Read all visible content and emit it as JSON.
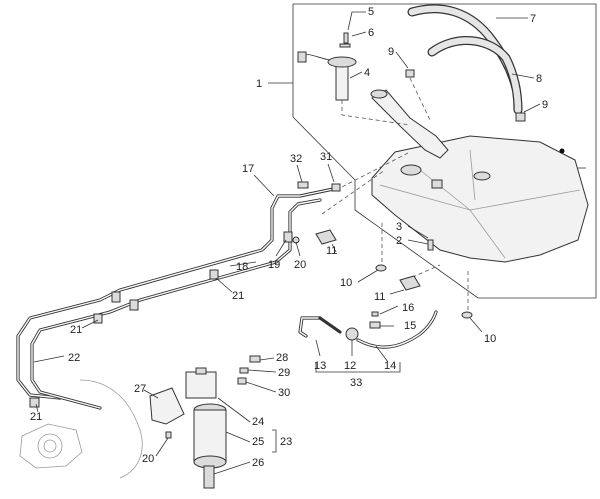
{
  "callouts": {
    "c1": "1",
    "c2": "2",
    "c3": "3",
    "c4": "4",
    "c5": "5",
    "c6": "6",
    "c7": "7",
    "c8": "8",
    "c9a": "9",
    "c9b": "9",
    "c10a": "10",
    "c10b": "10",
    "c11a": "11",
    "c11b": "11",
    "c12": "12",
    "c13": "13",
    "c14": "14",
    "c15": "15",
    "c16": "16",
    "c17": "17",
    "c18": "18",
    "c19": "19",
    "c20a": "20",
    "c20b": "20",
    "c21a": "21",
    "c21b": "21",
    "c21c": "21",
    "c22": "22",
    "c23": "23",
    "c24": "24",
    "c25": "25",
    "c26": "26",
    "c27": "27",
    "c28": "28",
    "c29": "29",
    "c30": "30",
    "c31": "31",
    "c32": "32",
    "c33": "33"
  },
  "colors": {
    "line": "#333333",
    "fill": "#f2f2f2",
    "background": "#ffffff"
  }
}
